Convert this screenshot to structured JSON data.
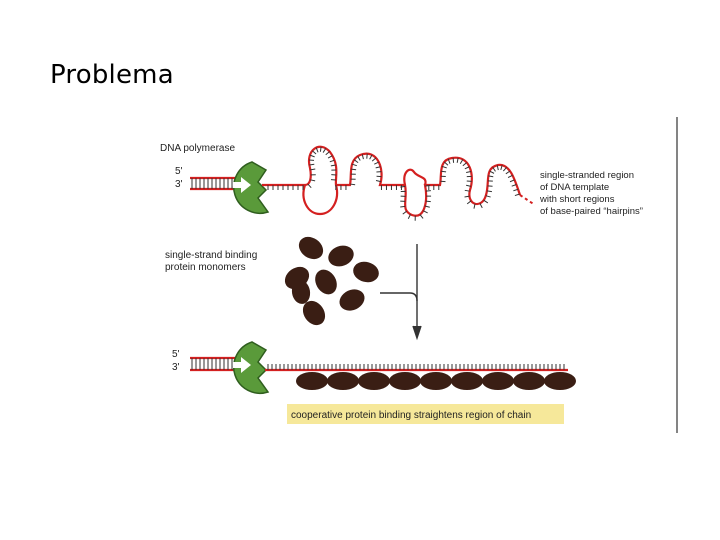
{
  "slide": {
    "title": "Problema"
  },
  "figure": {
    "labels": {
      "dna_polymerase": "DNA polymerase",
      "five_prime_top": "5'",
      "three_prime_top": "3'",
      "five_prime_bottom": "5'",
      "three_prime_bottom": "3'",
      "ss_region_line1": "single-stranded region",
      "ss_region_line2": "of DNA template",
      "ss_region_line3": "with short regions",
      "ss_region_line4": "of base-paired “hairpins”",
      "ssb_line1": "single-strand binding",
      "ssb_line2": "protein monomers",
      "caption": "cooperative protein binding straightens region of chain"
    },
    "colors": {
      "polymerase": "#5a9a3a",
      "polymerase_outline": "#2f5e1e",
      "dna_strand": "#d42020",
      "base_ticks": "#333333",
      "ssb_protein": "#3a1e14",
      "caption_highlight": "#f6e89a",
      "arrow": "#ffffff"
    }
  }
}
